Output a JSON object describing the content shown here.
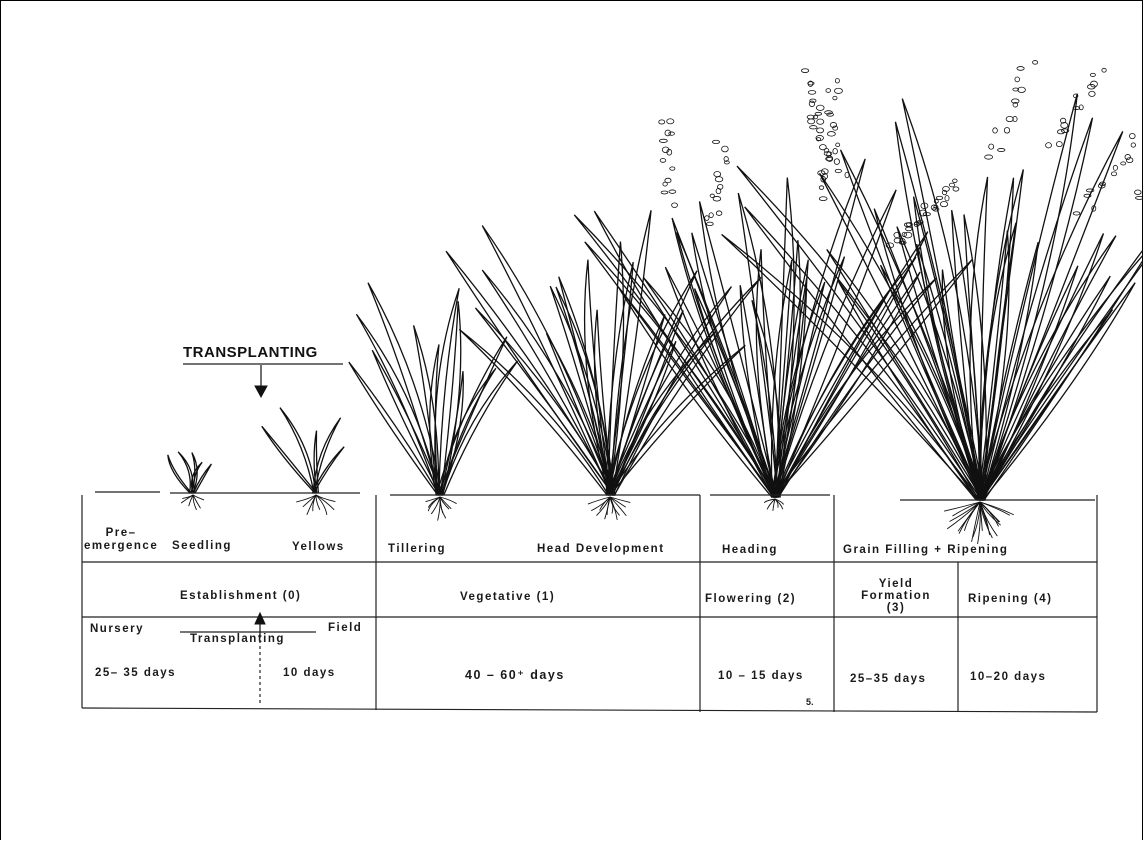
{
  "figure": {
    "transplanting_heading": "TRANSPLANTING",
    "growth_stages": [
      "Pre–\nemergence",
      "Seedling",
      "Yellows",
      "Tillering",
      "Head Development",
      "Heading",
      "Grain Filling + Ripening"
    ],
    "phases": {
      "establishment": "Establishment (0)",
      "vegetative": "Vegetative (1)",
      "flowering": "Flowering (2)",
      "yield": "Yield\nFormation\n(3)",
      "ripening": "Ripening (4)"
    },
    "sub_phases": {
      "nursery": "Nursery",
      "transplanting": "Transplanting",
      "field": "Field"
    },
    "durations": {
      "nursery": "25– 35 days",
      "field": "10 days",
      "vegetative": "40 – 60⁺ days",
      "flowering": "10 – 15 days",
      "yield": "25–35 days",
      "ripening": "10–20 days"
    },
    "page_mark": "5."
  }
}
